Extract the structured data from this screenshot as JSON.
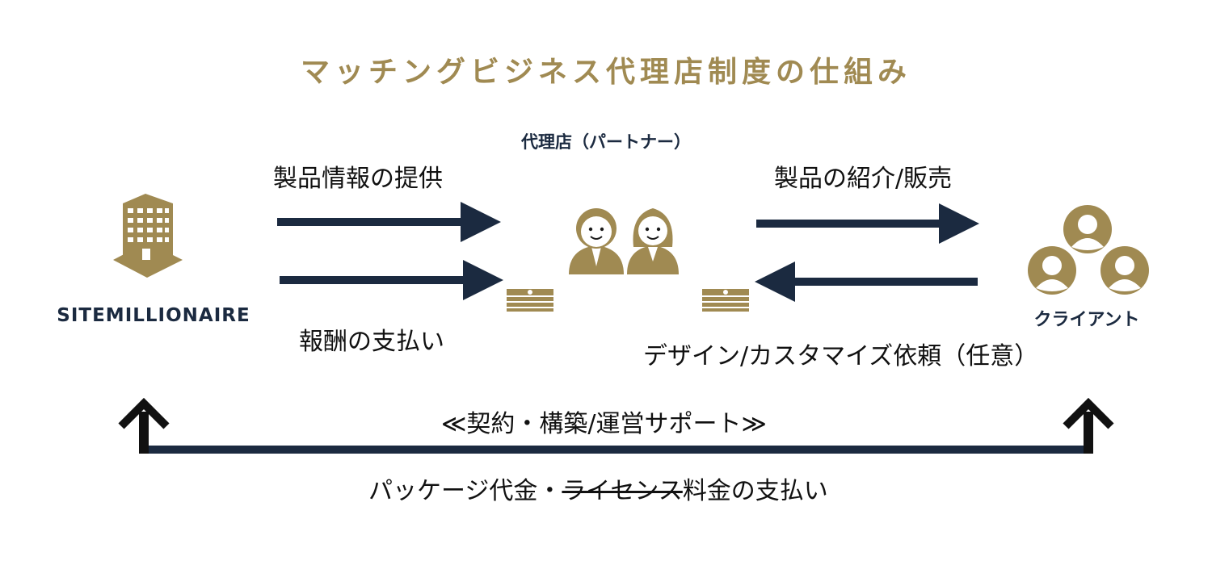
{
  "title": "マッチングビジネス代理店制度の仕組み",
  "nodes": {
    "company": {
      "name": "SITEMILLIONAIRE",
      "icon": "building-icon"
    },
    "partner": {
      "name": "代理店（パートナー）",
      "icon": "partners-icon"
    },
    "client": {
      "name": "クライアント",
      "icon": "client-group-icon"
    }
  },
  "flows": {
    "product_info": "製品情報の提供",
    "reward_payment": "報酬の支払い",
    "intro_sales": "製品の紹介/販売",
    "design_request": "デザイン/カスタマイズ依頼（任意）",
    "support": "≪契約・構築/運営サポート≫",
    "license_payment_prefix": "パッケージ代金・",
    "license_payment_struck": "ライセンス",
    "license_payment_suffix": "料金の支払い"
  },
  "colors": {
    "gold": "#a08a52",
    "navy": "#1b2a40",
    "black": "#111111"
  }
}
